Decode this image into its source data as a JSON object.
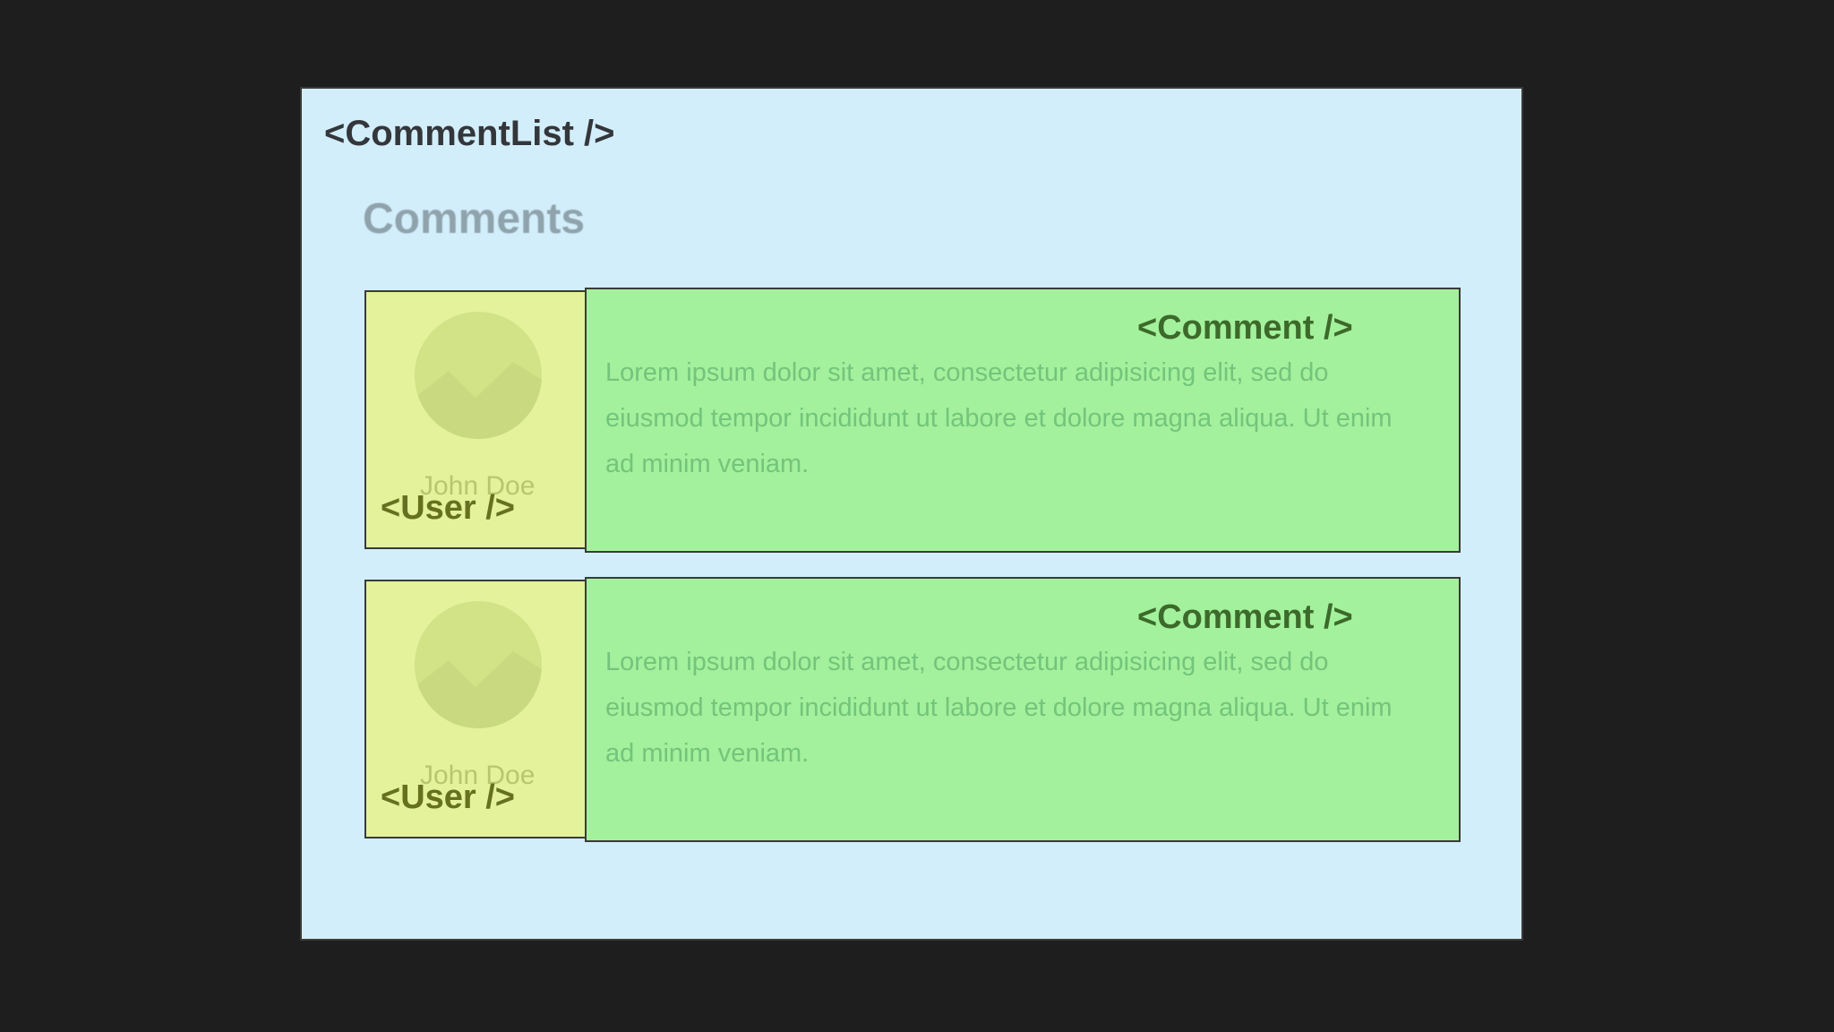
{
  "panel": {
    "title": "<CommentList />",
    "heading": "Comments"
  },
  "rows": [
    {
      "user_name": "John Doe",
      "user_tag": "<User />",
      "comment_tag": "<Comment />",
      "comment_text": "Lorem ipsum dolor sit amet, consectetur adipisicing elit, sed do eiusmod tempor incididunt ut labore et dolore magna aliqua. Ut enim ad minim veniam."
    },
    {
      "user_name": "John Doe",
      "user_tag": "<User />",
      "comment_tag": "<Comment />",
      "comment_text": "Lorem ipsum dolor sit amet, consectetur adipisicing elit, sed do eiusmod tempor incididunt ut labore et dolore magna aliqua. Ut enim ad minim veniam."
    }
  ],
  "colors": {
    "background": "#1e1e1f",
    "comment_list_fill": "#d3eefb",
    "user_fill": "#e3f29b",
    "comment_fill": "#a3f19c"
  },
  "icons": {
    "avatar": "avatar-placeholder-icon"
  }
}
